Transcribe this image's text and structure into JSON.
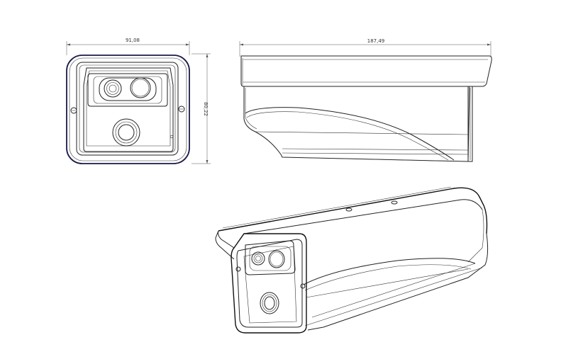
{
  "drawing": {
    "front_view": {
      "width_dimension": "91,08",
      "height_dimension": "80,22"
    },
    "side_view": {
      "length_dimension": "187,49"
    },
    "colors": {
      "line": "#222222",
      "outline_accent": "#1a1a4a",
      "background": "#ffffff"
    }
  }
}
